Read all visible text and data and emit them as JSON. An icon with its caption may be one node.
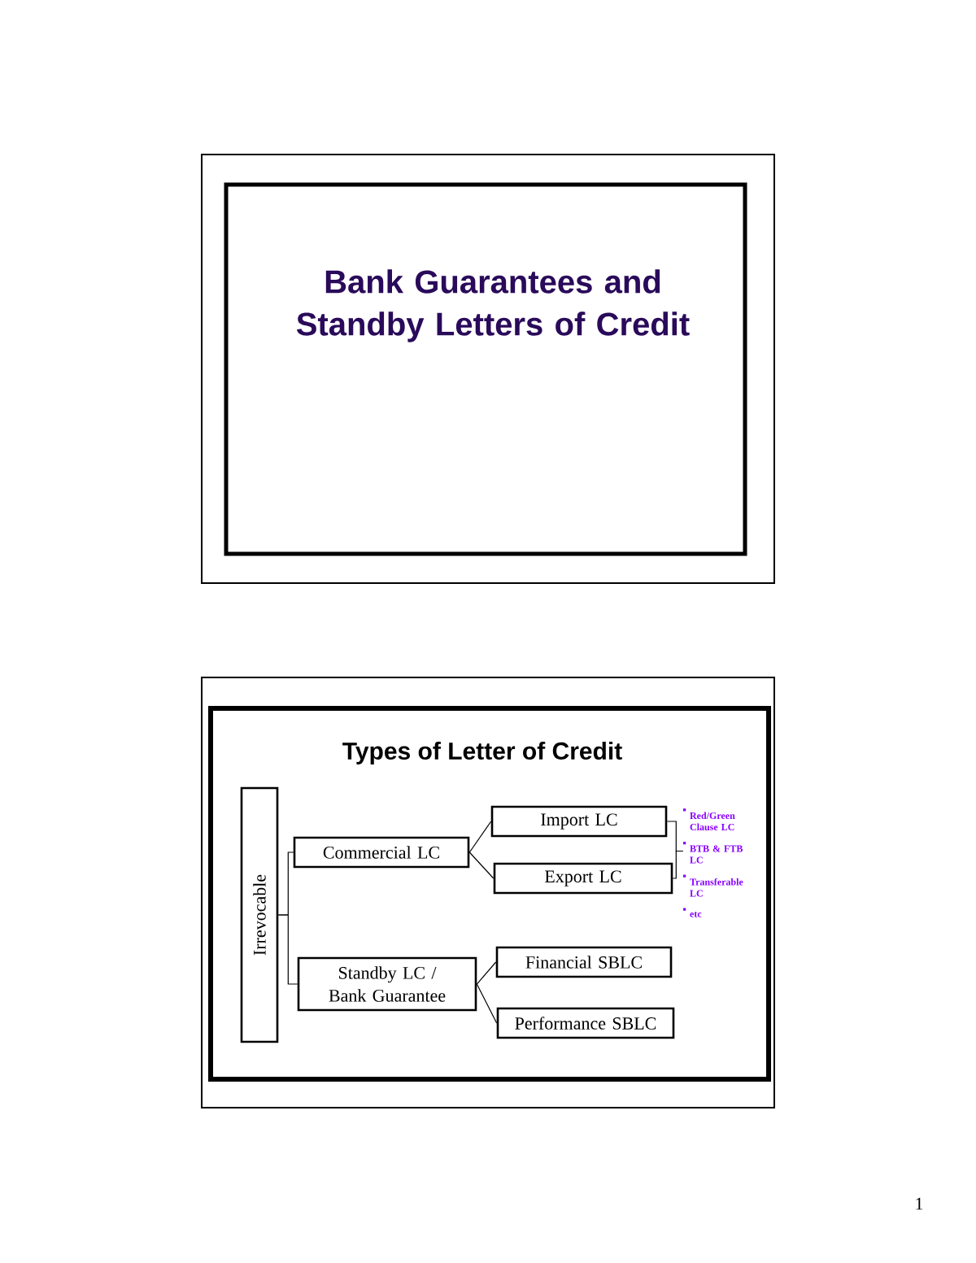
{
  "diagram": {
    "title": "Types of Letter of Credit",
    "nodes": [
      {
        "text": [
          "Irrevocable"
        ]
      },
      {
        "text": [
          "Commercial LC"
        ]
      },
      {
        "text": [
          "Import LC"
        ]
      },
      {
        "text": [
          "Export LC"
        ]
      },
      {
        "text": [
          "Standby LC / Bank Guarantee"
        ]
      },
      {
        "text": [
          "Financial SBLC"
        ]
      },
      {
        "text": [
          "Performance SBLC"
        ]
      },
      {
        "text": [
          "Red/Green Clause LC",
          "BTB & FTB LC",
          "Transferable LC",
          "etc"
        ]
      }
    ],
    "edges": [
      {
        "from": 0,
        "to": 1,
        "arrow": "none"
      },
      {
        "from": 0,
        "to": 4,
        "arrow": "none"
      },
      {
        "from": 1,
        "to": 2,
        "arrow": "none"
      },
      {
        "from": 1,
        "to": 3,
        "arrow": "none"
      },
      {
        "from": 4,
        "to": 5,
        "arrow": "none"
      },
      {
        "from": 4,
        "to": 6,
        "arrow": "none"
      },
      {
        "from": 2,
        "to": 7,
        "arrow": "none"
      },
      {
        "from": 3,
        "to": 7,
        "arrow": "none"
      }
    ],
    "labels": [
      "Bank Guarantees and Standby Letters of Credit",
      "1"
    ]
  }
}
